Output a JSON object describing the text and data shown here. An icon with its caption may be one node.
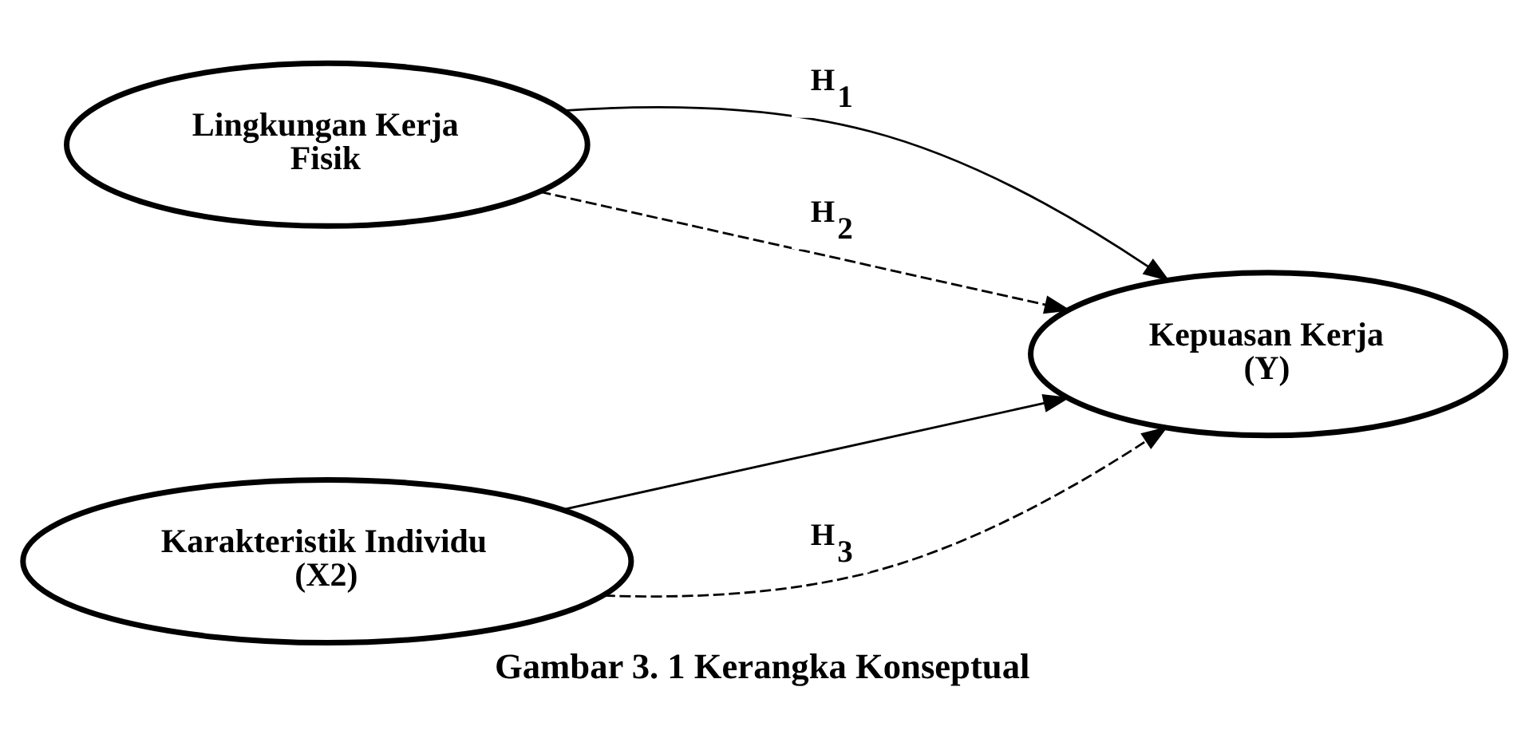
{
  "diagram": {
    "caption": "Gambar 3. 1 Kerangka Konseptual",
    "nodes": [
      {
        "text": [
          "Lingkungan Kerja Fisik"
        ]
      },
      {
        "text": [
          "Karakteristik Individu (X2)"
        ]
      },
      {
        "text": [
          "Kepuasan Kerja (Y)"
        ]
      }
    ],
    "edges": [
      {
        "from": 0,
        "to": 2,
        "arrow": "to",
        "label": "H$_{1}$"
      },
      {
        "from": 1,
        "to": 2,
        "arrow": "to"
      },
      {
        "from": 0,
        "to": 2,
        "arrow": "to",
        "style": "dashed",
        "label": "H$_{2}$"
      },
      {
        "from": 1,
        "to": 2,
        "arrow": "to",
        "style": "dashed",
        "label": "H$_{3}$"
      }
    ]
  }
}
